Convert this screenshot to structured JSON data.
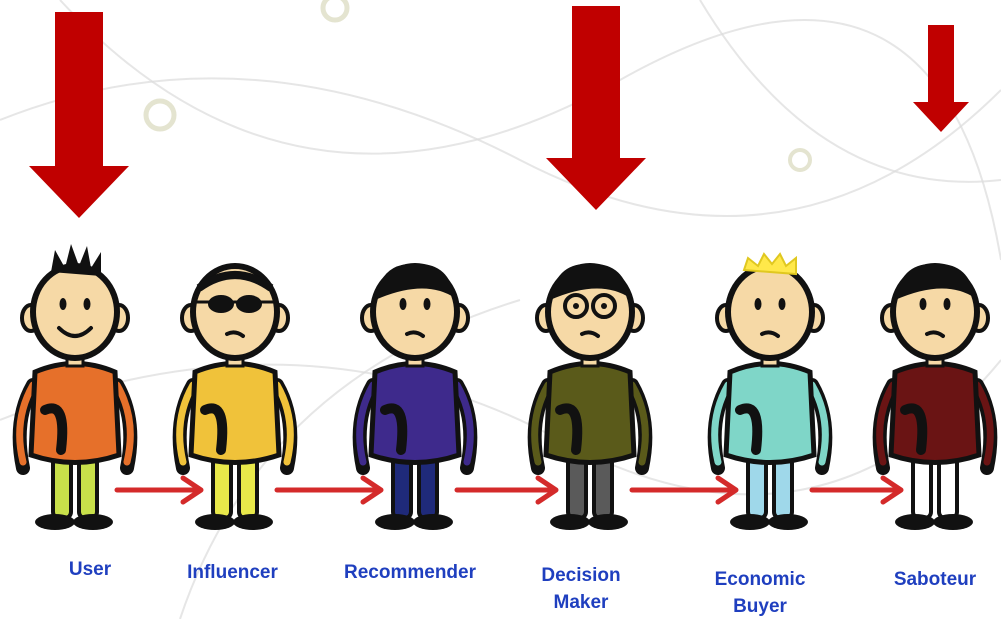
{
  "colors": {
    "arrow_down": "#c00000",
    "arrow_connector": "#d42a2a",
    "label": "#1f3fbf",
    "outline": "#111111",
    "skin": "#f6d9a6",
    "background_pattern": "#dcdcdc"
  },
  "roles": [
    {
      "id": "user",
      "label_lines": [
        "User"
      ],
      "shirt": "#e6702a",
      "pants": "#c8e04a",
      "has_down_arrow": true,
      "features": [
        "spiky-hair",
        "smile"
      ]
    },
    {
      "id": "influencer",
      "label_lines": [
        "Influencer"
      ],
      "shirt": "#f0c23a",
      "pants": "#e8e84a",
      "has_down_arrow": false,
      "features": [
        "sunglasses"
      ]
    },
    {
      "id": "recommender",
      "label_lines": [
        "Recommender"
      ],
      "shirt": "#3e2a8c",
      "pants": "#1f2a7a",
      "has_down_arrow": false,
      "features": [
        "black-hair"
      ]
    },
    {
      "id": "decision-maker",
      "label_lines": [
        "Decision",
        "Maker"
      ],
      "shirt": "#5a5a1a",
      "pants": "#5a5a5a",
      "has_down_arrow": true,
      "features": [
        "glasses",
        "black-hair"
      ]
    },
    {
      "id": "economic-buyer",
      "label_lines": [
        "Economic",
        "Buyer"
      ],
      "shirt": "#7fd6c8",
      "pants": "#9fd8ea",
      "has_down_arrow": false,
      "features": [
        "yellow-hair"
      ]
    },
    {
      "id": "saboteur",
      "label_lines": [
        "Saboteur"
      ],
      "shirt": "#6a1414",
      "pants": "#ffffff",
      "has_down_arrow": true,
      "features": [
        "black-hair"
      ]
    }
  ]
}
